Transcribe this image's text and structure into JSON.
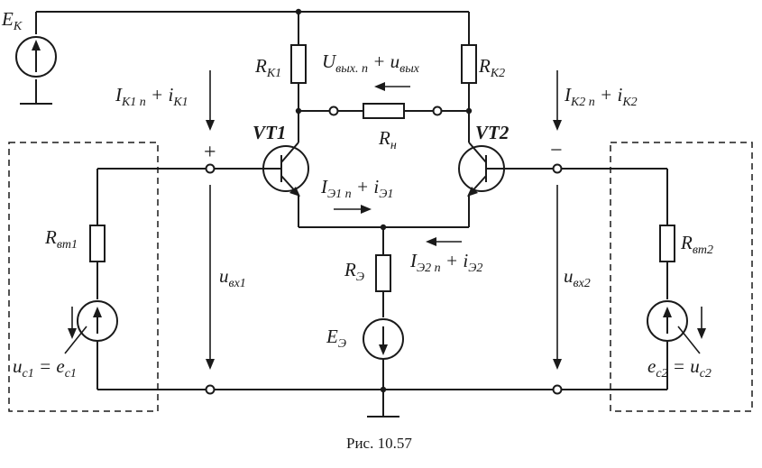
{
  "figure": {
    "caption": "Рис. 10.57"
  },
  "labels": {
    "ek": {
      "main": "E",
      "sub": "К"
    },
    "rk1": {
      "main": "R",
      "sub": "К1"
    },
    "rk2": {
      "main": "R",
      "sub": "К2"
    },
    "uout": {
      "main1": "U",
      "sub1": "вых. п",
      "plus": " + ",
      "main2": "u",
      "sub2": "вых"
    },
    "rn": {
      "main": "R",
      "sub": "н"
    },
    "ik1": {
      "main1": "I",
      "sub1": "К1 п",
      "plus": " + ",
      "main2": "i",
      "sub2": "К1"
    },
    "ik2": {
      "main1": "I",
      "sub1": "К2 п",
      "plus": " + ",
      "main2": "i",
      "sub2": "К2"
    },
    "vt1": "VT1",
    "vt2": "VT2",
    "ie1": {
      "main1": "I",
      "sub1": "Э1 п",
      "plus": " + ",
      "main2": "i",
      "sub2": "Э1"
    },
    "ie2": {
      "main1": "I",
      "sub1": "Э2 п",
      "plus": " + ",
      "main2": "i",
      "sub2": "Э2"
    },
    "re": {
      "main": "R",
      "sub": "Э"
    },
    "ee": {
      "main": "E",
      "sub": "Э"
    },
    "rvt1": {
      "main": "R",
      "sub": "вт1"
    },
    "rvt2": {
      "main": "R",
      "sub": "вт2"
    },
    "uin1": {
      "main": "u",
      "sub": "вх1"
    },
    "uin2": {
      "main": "u",
      "sub": "вх2"
    },
    "uc1": {
      "main1": "u",
      "sub1": "с1",
      "eq": " = ",
      "main2": "e",
      "sub2": "с1"
    },
    "ec2": {
      "main1": "e",
      "sub1": "с2",
      "eq": " = ",
      "main2": "u",
      "sub2": "с2"
    },
    "plus_sign": "+",
    "minus_sign": "−"
  }
}
